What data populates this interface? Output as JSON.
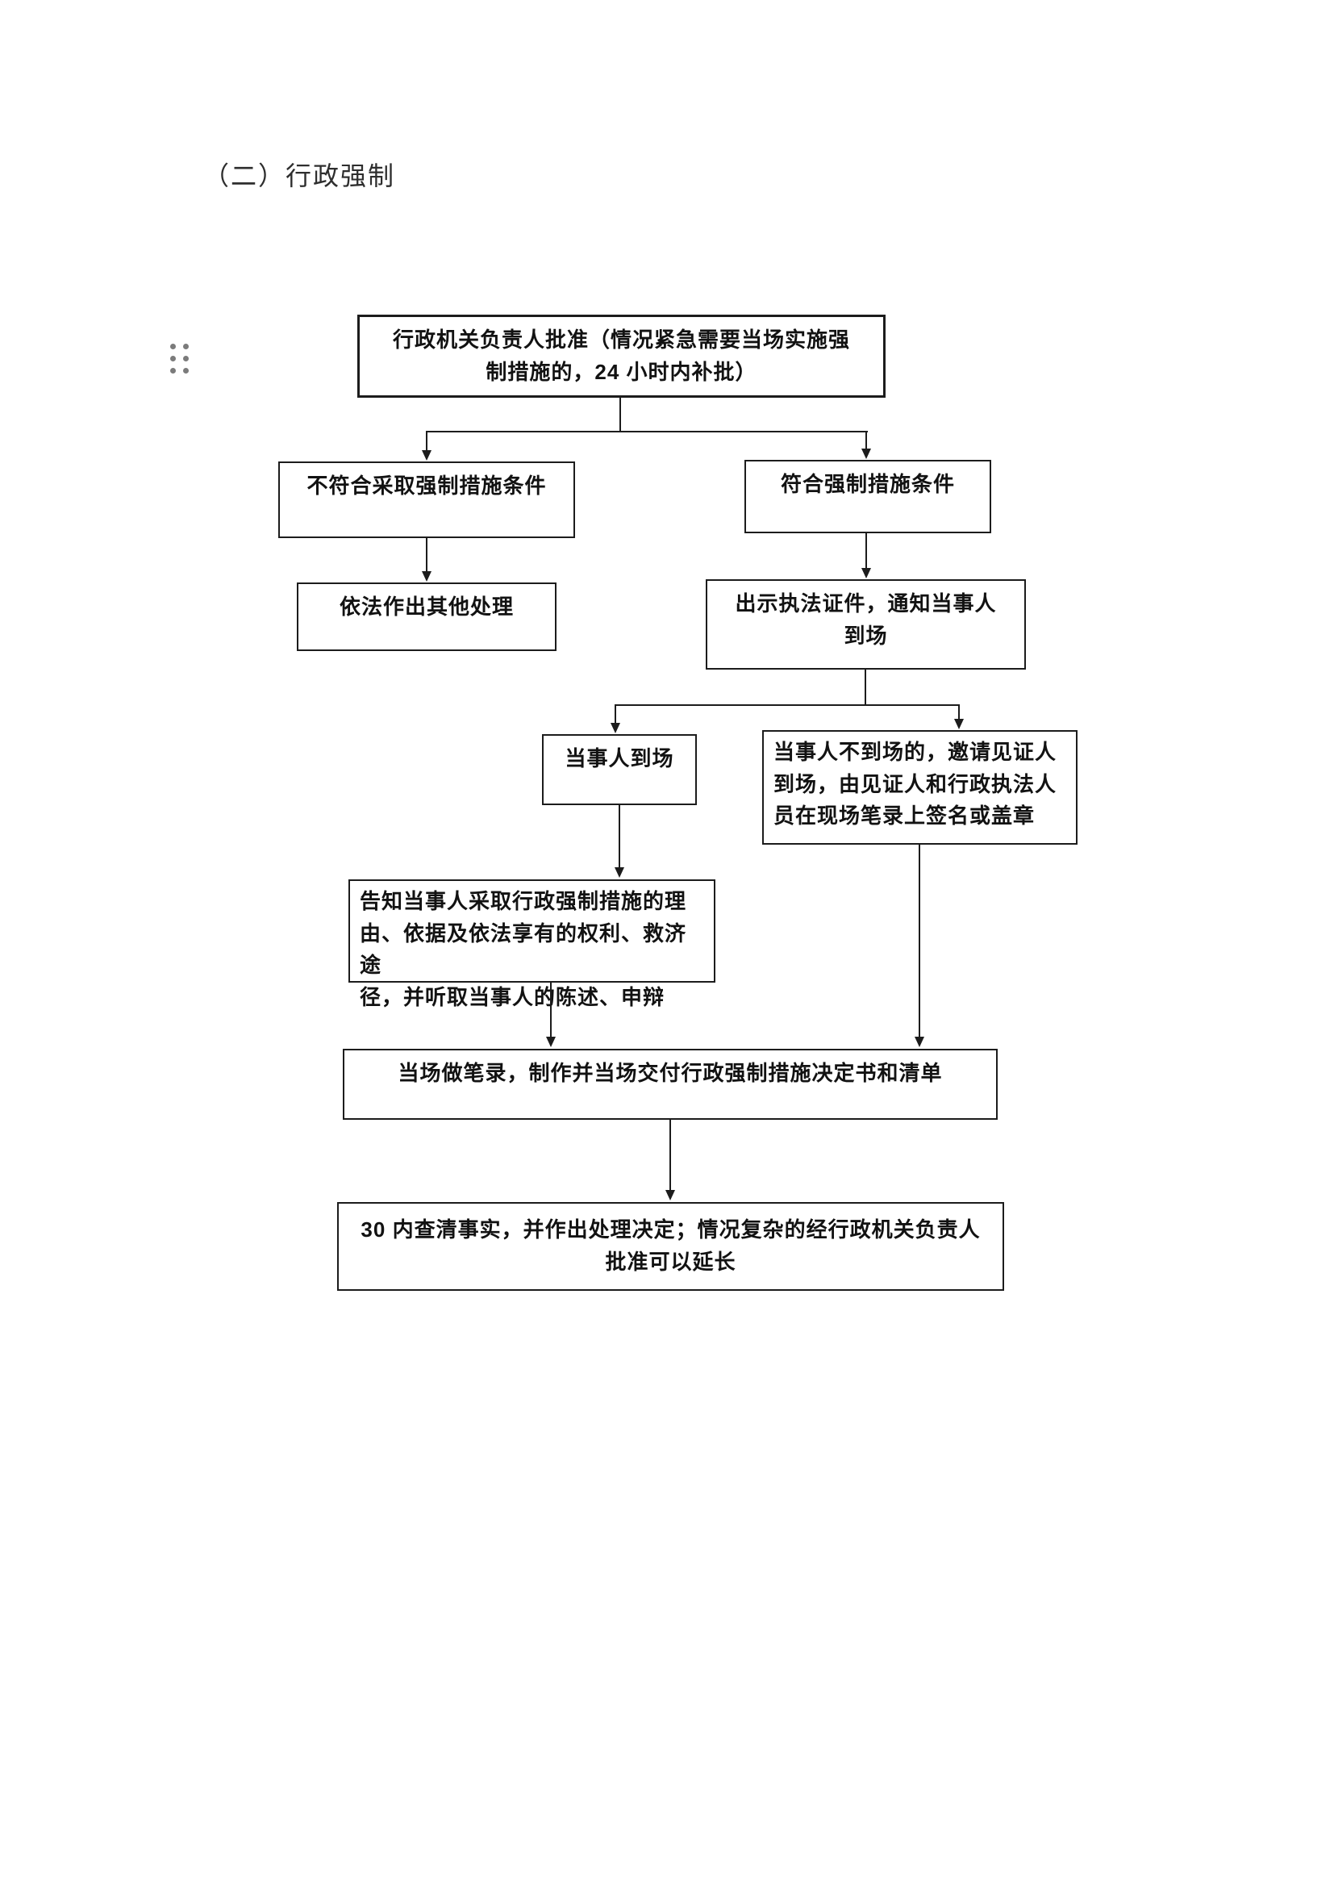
{
  "page": {
    "title": "（二）行政强制"
  },
  "flowchart": {
    "nodes": {
      "approve": {
        "label": "行政机关负责人批准（情况紧急需要当场实施强\n制措施的，24 小时内补批）"
      },
      "not_qualified": {
        "label": "不符合采取强制措施条件"
      },
      "qualified": {
        "label": "符合强制措施条件"
      },
      "other_handling": {
        "label": "依法作出其他处理"
      },
      "show_credentials": {
        "label": "出示执法证件，通知当事人\n到场"
      },
      "party_present": {
        "label": "当事人到场"
      },
      "party_absent": {
        "label": "当事人不到场的，邀请见证人\n到场，由见证人和行政执法人\n员在现场笔录上签名或盖章"
      },
      "inform": {
        "label": "告知当事人采取行政强制措施的理\n由、依据及依法享有的权利、救济途\n径，并听取当事人的陈述、申辩"
      },
      "record": {
        "label": "当场做笔录，制作并当场交付行政强制措施决定书和清单"
      },
      "decision": {
        "label": "30 内查清事实，并作出处理决定；情况复杂的经行政机关负责人\n批准可以延长"
      }
    },
    "colors": {
      "line": "#1c1c1c",
      "box_border": "#1c1c1c",
      "text": "#121212",
      "drag_dots": "#7b7b7b"
    }
  }
}
